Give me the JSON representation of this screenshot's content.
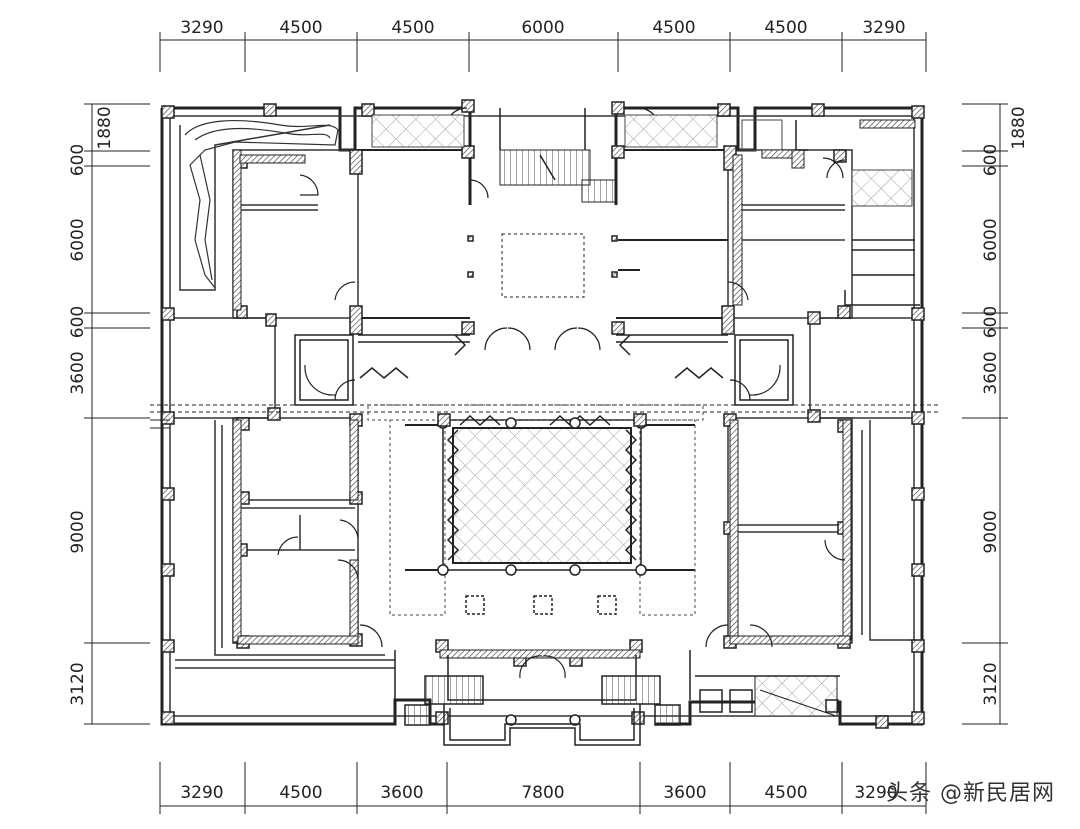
{
  "dimensions": {
    "top": [
      "3290",
      "4500",
      "4500",
      "6000",
      "4500",
      "4500",
      "3290"
    ],
    "bottom": [
      "3290",
      "4500",
      "3600",
      "7800",
      "3600",
      "4500",
      "3290"
    ],
    "left": [
      "1880",
      "600",
      "6000",
      "600",
      "3600",
      "9000",
      "3120"
    ],
    "right": [
      "1880",
      "600",
      "6000",
      "600",
      "3600",
      "9000",
      "3120"
    ]
  },
  "watermark": "头条 @新民居网",
  "colors": {
    "line": "#222222",
    "hatch": "#555555",
    "paper": "#ffffff"
  }
}
